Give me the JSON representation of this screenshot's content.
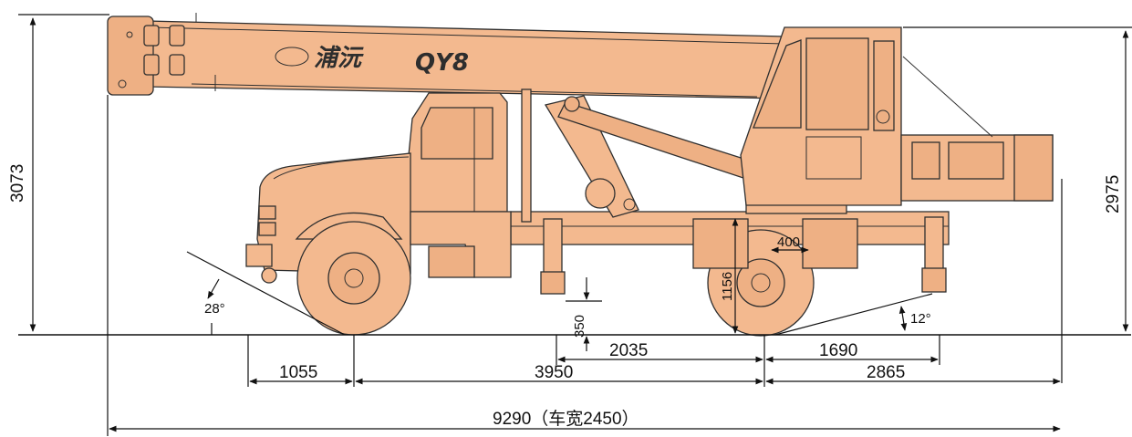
{
  "brand": {
    "name": "浦沅",
    "model": "QY8"
  },
  "dimensions": {
    "overall_height": "3073",
    "boom_height": "2975",
    "approach_angle": "28°",
    "departure_angle": "12°",
    "outrigger_clearance": "350",
    "rear_height": "1156",
    "rear_offset": "400",
    "front_overhang": "1055",
    "wheelbase": "3950",
    "outrigger_span": "2035",
    "rear_to_outrigger": "1690",
    "rear_overhang": "2865",
    "overall_length": "9290（车宽2450）"
  },
  "colors": {
    "body": "#f3b98f",
    "outline": "#2f2f2f",
    "dimension_line": "#111111"
  }
}
